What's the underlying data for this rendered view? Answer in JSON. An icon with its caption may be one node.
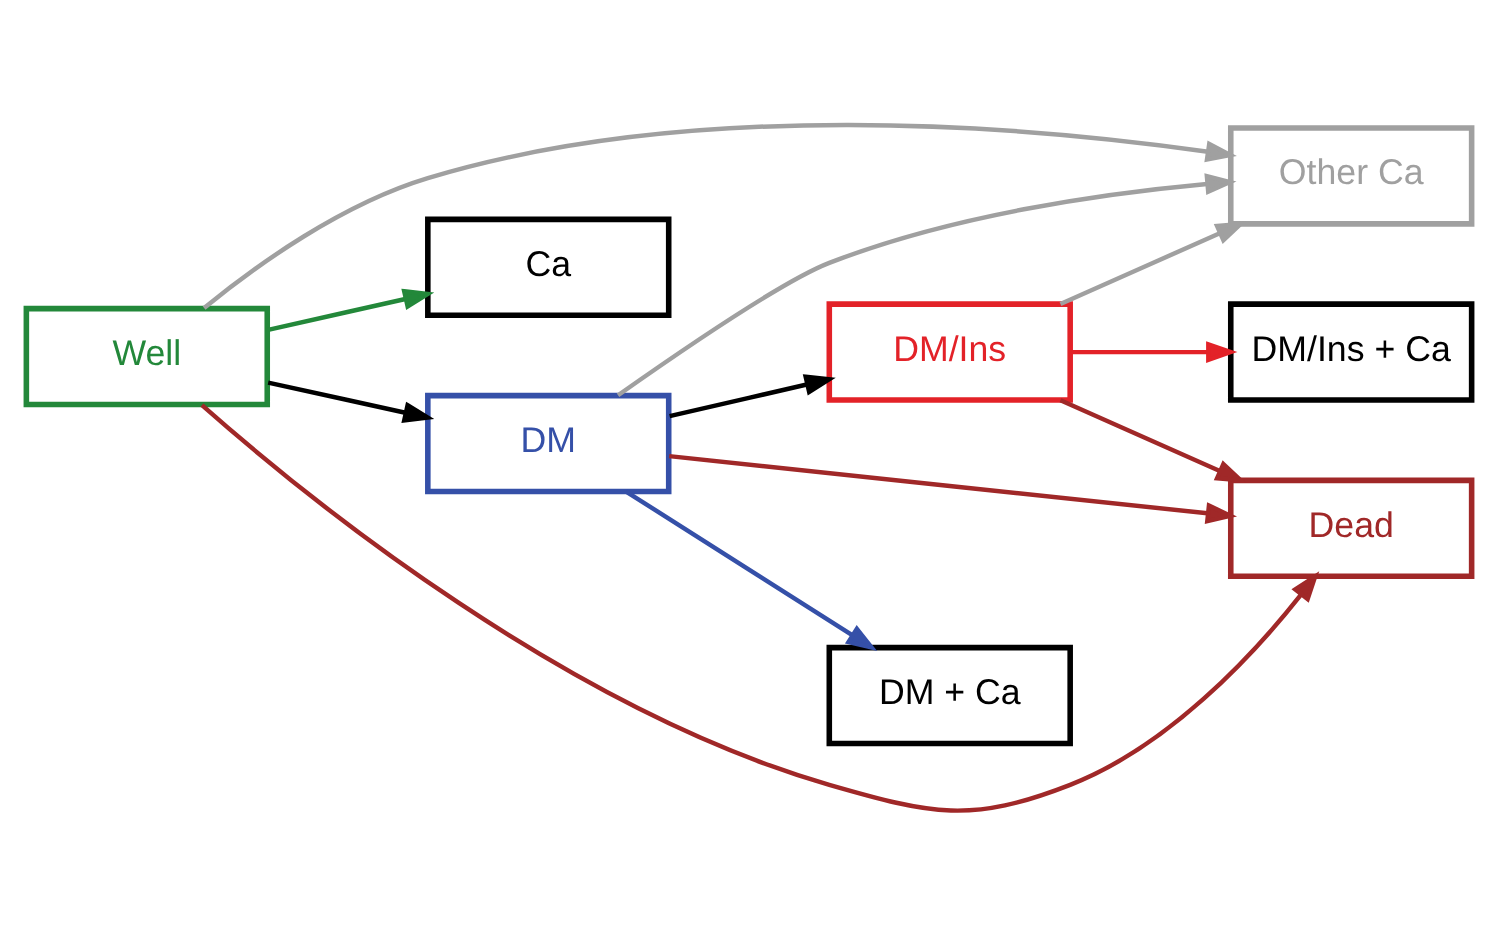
{
  "diagram": {
    "nodes": [
      {
        "text": [
          "Other Ca"
        ]
      },
      {
        "text": [
          "Well"
        ]
      },
      {
        "text": [
          "Ca"
        ]
      },
      {
        "text": [
          "DM"
        ]
      },
      {
        "text": [
          "DM + Ca"
        ]
      },
      {
        "text": [
          "Dead"
        ]
      },
      {
        "text": [
          "DM/Ins"
        ]
      },
      {
        "text": [
          "DM/Ins + Ca"
        ]
      }
    ],
    "edges": [
      {
        "from": 1,
        "to": 0,
        "arrow": "to",
        "color": "#a0a0a0"
      },
      {
        "from": 1,
        "to": 2,
        "arrow": "to",
        "color": "#23883a"
      },
      {
        "from": 1,
        "to": 3,
        "arrow": "to",
        "color": "#000000"
      },
      {
        "from": 1,
        "to": 5,
        "arrow": "to",
        "color": "#a02828"
      },
      {
        "from": 3,
        "to": 0,
        "arrow": "to",
        "color": "#a0a0a0"
      },
      {
        "from": 3,
        "to": 4,
        "arrow": "to",
        "color": "#3550a8"
      },
      {
        "from": 3,
        "to": 5,
        "arrow": "to",
        "color": "#a02828"
      },
      {
        "from": 3,
        "to": 6,
        "arrow": "to",
        "color": "#000000"
      },
      {
        "from": 6,
        "to": 0,
        "arrow": "to",
        "color": "#a0a0a0"
      },
      {
        "from": 6,
        "to": 5,
        "arrow": "to",
        "color": "#a02828"
      },
      {
        "from": 6,
        "to": 7,
        "arrow": "to",
        "color": "#e32228"
      }
    ]
  }
}
